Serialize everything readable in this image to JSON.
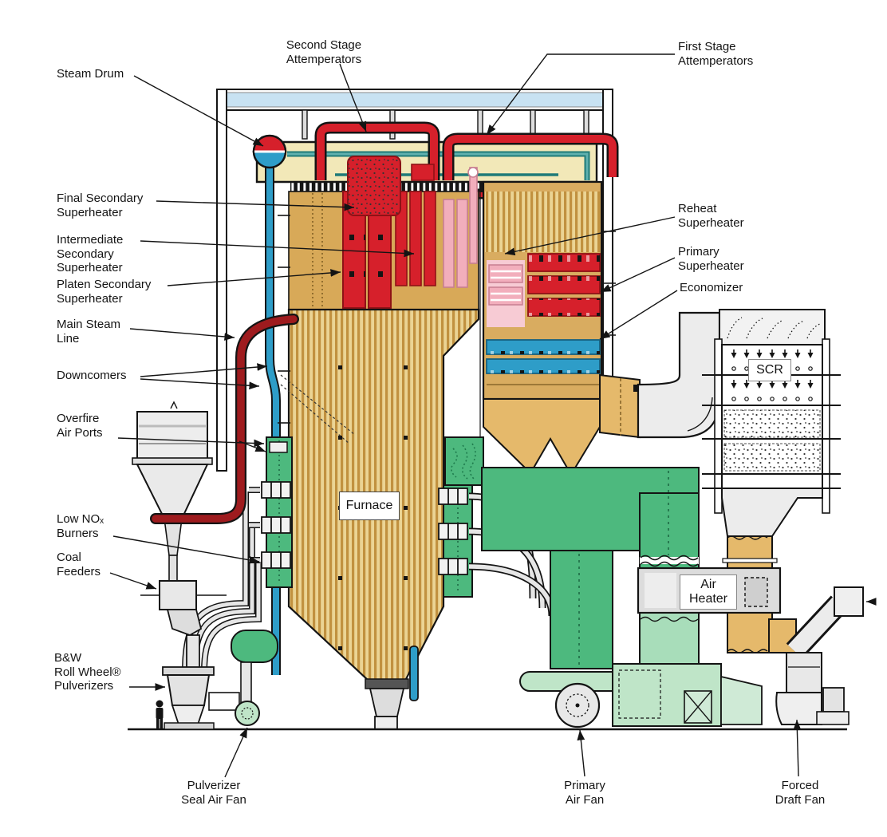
{
  "diagram": {
    "title": "Coal-fired utility boiler cutaway diagram",
    "labels": {
      "steam_drum": "Steam Drum",
      "second_stage_attemperators": "Second Stage\nAttemperators",
      "first_stage_attemperators": "First Stage\nAttemperators",
      "final_secondary_superheater": "Final Secondary\nSuperheater",
      "intermediate_secondary_superheater": "Intermediate\nSecondary\nSuperheater",
      "platen_secondary_superheater": "Platen Secondary\nSuperheater",
      "main_steam_line": "Main Steam\nLine",
      "downcomers": "Downcomers",
      "overfire_air_ports": "Overfire\nAir Ports",
      "low_nox_burners": "Low NOₓ\nBurners",
      "coal_feeders": "Coal\nFeeders",
      "pulverizers": "B&W\nRoll Wheel®\nPulverizers",
      "pulverizer_seal_air_fan": "Pulverizer\nSeal Air Fan",
      "reheat_superheater": "Reheat\nSuperheater",
      "primary_superheater": "Primary\nSuperheater",
      "economizer": "Economizer",
      "primary_air_fan": "Primary\nAir Fan",
      "forced_draft_fan": "Forced\nDraft Fan",
      "furnace": "Furnace",
      "scr": "SCR",
      "air_heater": "Air\nHeater"
    },
    "colors": {
      "red": "#D6202B",
      "dark_red": "#9E1B1E",
      "tan": "#D8A958",
      "pink": "#F2AEBC",
      "blue": "#2E9DC8",
      "teal": "#1F7A78",
      "green": "#4DB97E",
      "light_green": "#BFE5C8",
      "cream": "#F2E8B8",
      "light_blue": "#C8E2F2",
      "gray": "#E3E3E3"
    }
  }
}
